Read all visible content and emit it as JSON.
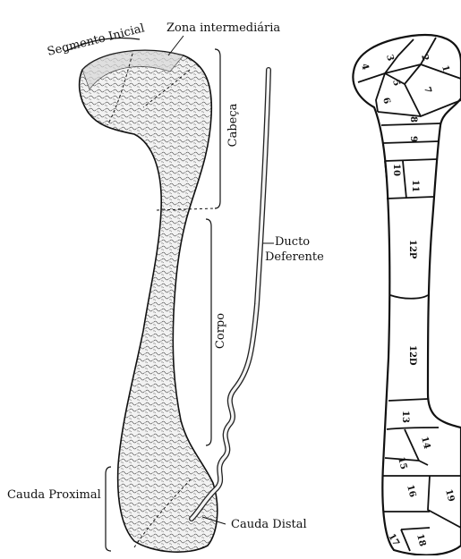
{
  "labels": {
    "segmento_inicial": "Segmento Inicial",
    "zona_intermediaria": "Zona intermediária",
    "cabeca": "Cabeça",
    "ducto": "Ducto",
    "deferente": "Deferente",
    "corpo": "Corpo",
    "cauda_proximal": "Cauda Proximal",
    "cauda_distal": "Cauda Distal"
  },
  "segments": [
    "1",
    "2",
    "3",
    "4",
    "5",
    "6",
    "7",
    "8",
    "9",
    "10",
    "11",
    "12P",
    "12D",
    "13",
    "14",
    "15",
    "16",
    "17",
    "18",
    "19"
  ],
  "colors": {
    "ink": "#111111",
    "paper": "#ffffff",
    "tissue": "#e9e9e9"
  }
}
